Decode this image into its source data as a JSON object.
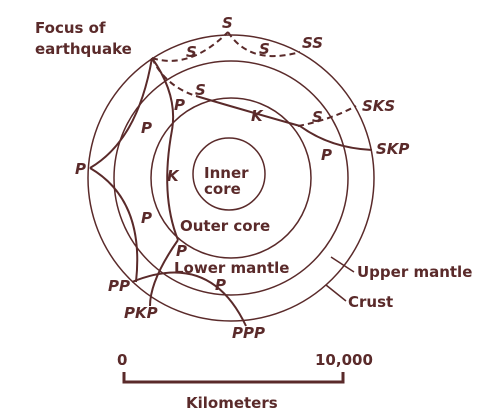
{
  "labels": {
    "focus_line1": "Focus of",
    "focus_line2": "earthquake",
    "inner_core_line1": "Inner",
    "inner_core_line2": "core",
    "outer_core": "Outer core",
    "lower_mantle": "Lower mantle",
    "upper_mantle": "Upper mantle",
    "crust": "Crust"
  },
  "phases": {
    "s_top": "S",
    "s_left": "S",
    "s_right": "S",
    "ss": "SS",
    "s_inner": "S",
    "k_upper": "K",
    "s_upper_right": "S",
    "sks": "SKS",
    "skp": "SKP",
    "p_upper_right": "P",
    "p_inner_top": "P",
    "p_upper_left": "P",
    "p_left": "P",
    "k_left": "K",
    "p_mid_left": "P",
    "p_lower_inner": "P",
    "pp": "PP",
    "p_bottom": "P",
    "pkp": "PKP",
    "ppp": "PPP"
  },
  "scale": {
    "min": "0",
    "max": "10,000",
    "unit": "Kilometers"
  },
  "colors": {
    "ink": "#5a2a2a"
  }
}
